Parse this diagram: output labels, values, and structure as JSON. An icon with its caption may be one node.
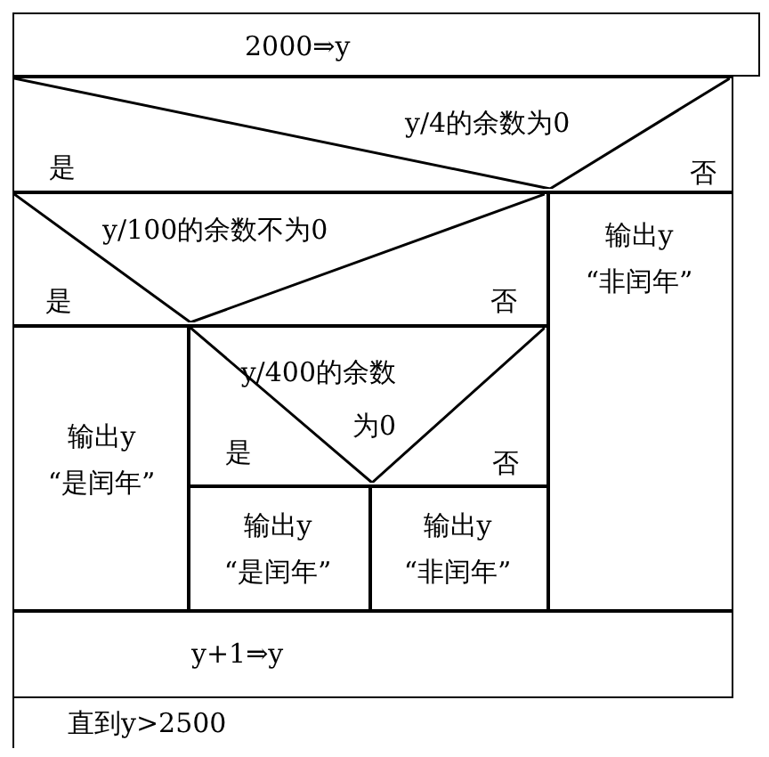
{
  "diagram": {
    "nodes": [
      {
        "text": [
          "直到y>2500"
        ]
      },
      {
        "text": [
          "2000⇒y"
        ],
        "in": 0
      },
      {
        "text": [
          "y/4的余数为0",
          "是",
          "否"
        ],
        "in": 0
      },
      {
        "text": [
          "y/100的余数不为0",
          "是",
          "否"
        ],
        "in": 0
      },
      {
        "text": [
          "输出y “是闰年”"
        ],
        "in": 0
      },
      {
        "text": [
          "y/400的余数为0",
          "是",
          "否"
        ],
        "in": 0
      },
      {
        "text": [
          "输出y “是闰年”"
        ],
        "in": 0
      },
      {
        "text": [
          "输出y “非闰年”"
        ],
        "in": 0
      },
      {
        "text": [
          "输出y “非闰年”"
        ],
        "in": 0
      },
      {
        "text": [
          "y+1⇒y"
        ],
        "in": 0
      }
    ]
  }
}
